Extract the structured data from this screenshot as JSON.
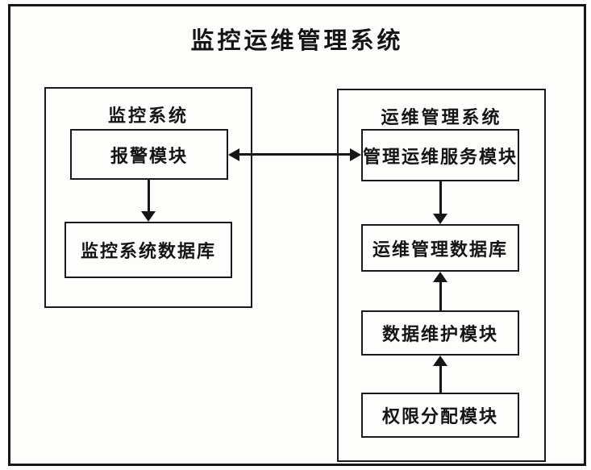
{
  "diagram": {
    "title": "监控运维管理系统",
    "left_panel": {
      "title": "监控系统",
      "nodes": [
        {
          "label": "报警模块"
        },
        {
          "label": "监控系统数据库"
        }
      ]
    },
    "right_panel": {
      "title": "运维管理系统",
      "nodes": [
        {
          "label": "管理运维服务模块"
        },
        {
          "label": "运维管理数据库"
        },
        {
          "label": "数据维护模块"
        },
        {
          "label": "权限分配模块"
        }
      ]
    },
    "connections": [
      {
        "from": "报警模块",
        "to": "管理运维服务模块",
        "direction": "bidirectional"
      },
      {
        "from": "报警模块",
        "to": "监控系统数据库",
        "direction": "down"
      },
      {
        "from": "管理运维服务模块",
        "to": "运维管理数据库",
        "direction": "down"
      },
      {
        "from": "数据维护模块",
        "to": "运维管理数据库",
        "direction": "up"
      },
      {
        "from": "权限分配模块",
        "to": "数据维护模块",
        "direction": "up"
      }
    ],
    "colors": {
      "line": "#161616",
      "text": "#141414",
      "background": "#fdfdfc"
    }
  }
}
